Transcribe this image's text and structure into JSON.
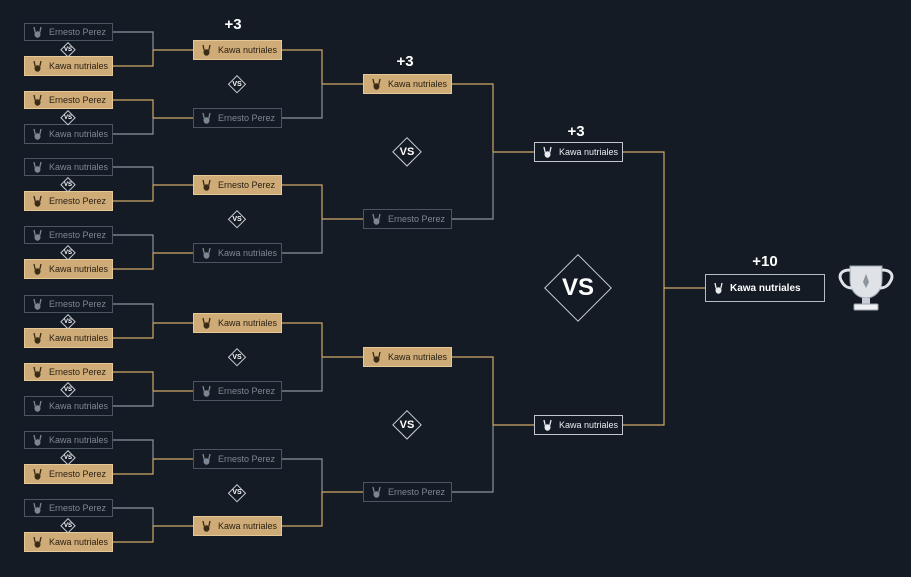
{
  "names": {
    "a": "Ernesto Perez",
    "b": "Kawa nutriales"
  },
  "vs_label": "VS",
  "colors": {
    "background": "#141b24",
    "winner_fill": "#cfab78",
    "line": "#cfa968"
  },
  "round1": [
    {
      "top": "a",
      "bottom": "b",
      "winner": "b"
    },
    {
      "top": "a",
      "bottom": "b",
      "winner": "a"
    },
    {
      "top": "b",
      "bottom": "a",
      "winner": "a"
    },
    {
      "top": "a",
      "bottom": "b",
      "winner": "b"
    },
    {
      "top": "a",
      "bottom": "b",
      "winner": "b"
    },
    {
      "top": "a",
      "bottom": "b",
      "winner": "a"
    },
    {
      "top": "b",
      "bottom": "a",
      "winner": "a"
    },
    {
      "top": "a",
      "bottom": "b",
      "winner": "b"
    }
  ],
  "round2": [
    {
      "top": "b",
      "bottom": "a",
      "winner": "b",
      "score": "+3"
    },
    {
      "top": "a",
      "bottom": "b",
      "winner": "a"
    },
    {
      "top": "b",
      "bottom": "a",
      "winner": "b"
    },
    {
      "top": "a",
      "bottom": "b",
      "winner": "b"
    }
  ],
  "round3": [
    {
      "top": "b",
      "bottom": "a",
      "winner": "b",
      "score": "+3"
    },
    {
      "top": "b",
      "bottom": "a",
      "winner": "b"
    }
  ],
  "round4": [
    {
      "name": "b",
      "score": "+3"
    },
    {
      "name": "b"
    }
  ],
  "champion": {
    "name": "b",
    "score": "+10"
  }
}
